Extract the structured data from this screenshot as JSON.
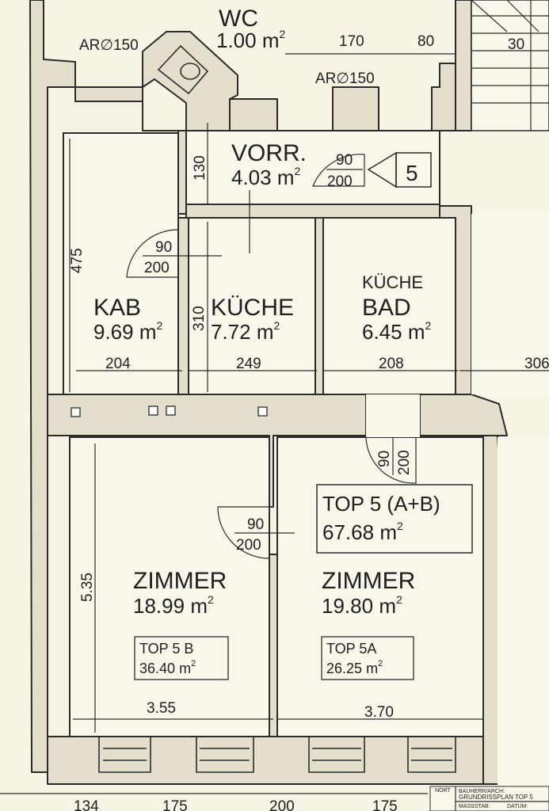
{
  "rooms": {
    "wc": {
      "name": "WC",
      "area_num": "1.00",
      "unit": "m"
    },
    "vorr": {
      "name": "VORR.",
      "area_num": "4.03",
      "unit": "m"
    },
    "kab": {
      "name": "KAB",
      "area_num": "9.69",
      "unit": "m"
    },
    "kueche": {
      "name": "KÜCHE",
      "area_num": "7.72",
      "unit": "m"
    },
    "kueche_bad": {
      "name1": "KÜCHE",
      "name2": "BAD",
      "area_num": "6.45",
      "unit": "m"
    },
    "zimmer_b": {
      "name": "ZIMMER",
      "area_num": "18.99",
      "unit": "m"
    },
    "zimmer_a": {
      "name": "ZIMMER",
      "area_num": "19.80",
      "unit": "m"
    }
  },
  "squared": "2",
  "unit_labels": {
    "top5": {
      "name": "TOP 5 (A+B)",
      "area_num": "67.68",
      "unit": "m"
    },
    "top5b": {
      "name": "TOP 5 B",
      "area_num": "36.40",
      "unit": "m"
    },
    "top5a": {
      "name": "TOP 5A",
      "area_num": "26.25",
      "unit": "m"
    }
  },
  "apartment_number": "5",
  "pipes": {
    "left": "AR∅150",
    "right": "AR∅150"
  },
  "doors": {
    "vorr": {
      "w": "90",
      "h": "200"
    },
    "kab": {
      "w": "90",
      "h": "200"
    },
    "bad": {
      "w": "90",
      "h": "200"
    },
    "zimmer": {
      "w": "90",
      "h": "200"
    }
  },
  "dimensions": {
    "top_170": "170",
    "top_80": "80",
    "top_30": "30",
    "vorr_130": "130",
    "kab_475": "475",
    "kueche_310": "310",
    "kab_204": "204",
    "kueche_249": "249",
    "bad_208": "208",
    "right_306": "306",
    "zimmer_535": "5.35",
    "zimmer_355": "3.55",
    "zimmer_370": "3.70",
    "bottom_134": "134",
    "bottom_175a": "175",
    "bottom_200": "200",
    "bottom_175b": "175"
  },
  "title_block": {
    "nort": "NORT",
    "heading": "BAUHERR/ARCH:",
    "title": "GRUNDRISSPLAN TOP 5",
    "scale": "MASSSTAB:",
    "date": "DATUM:"
  }
}
